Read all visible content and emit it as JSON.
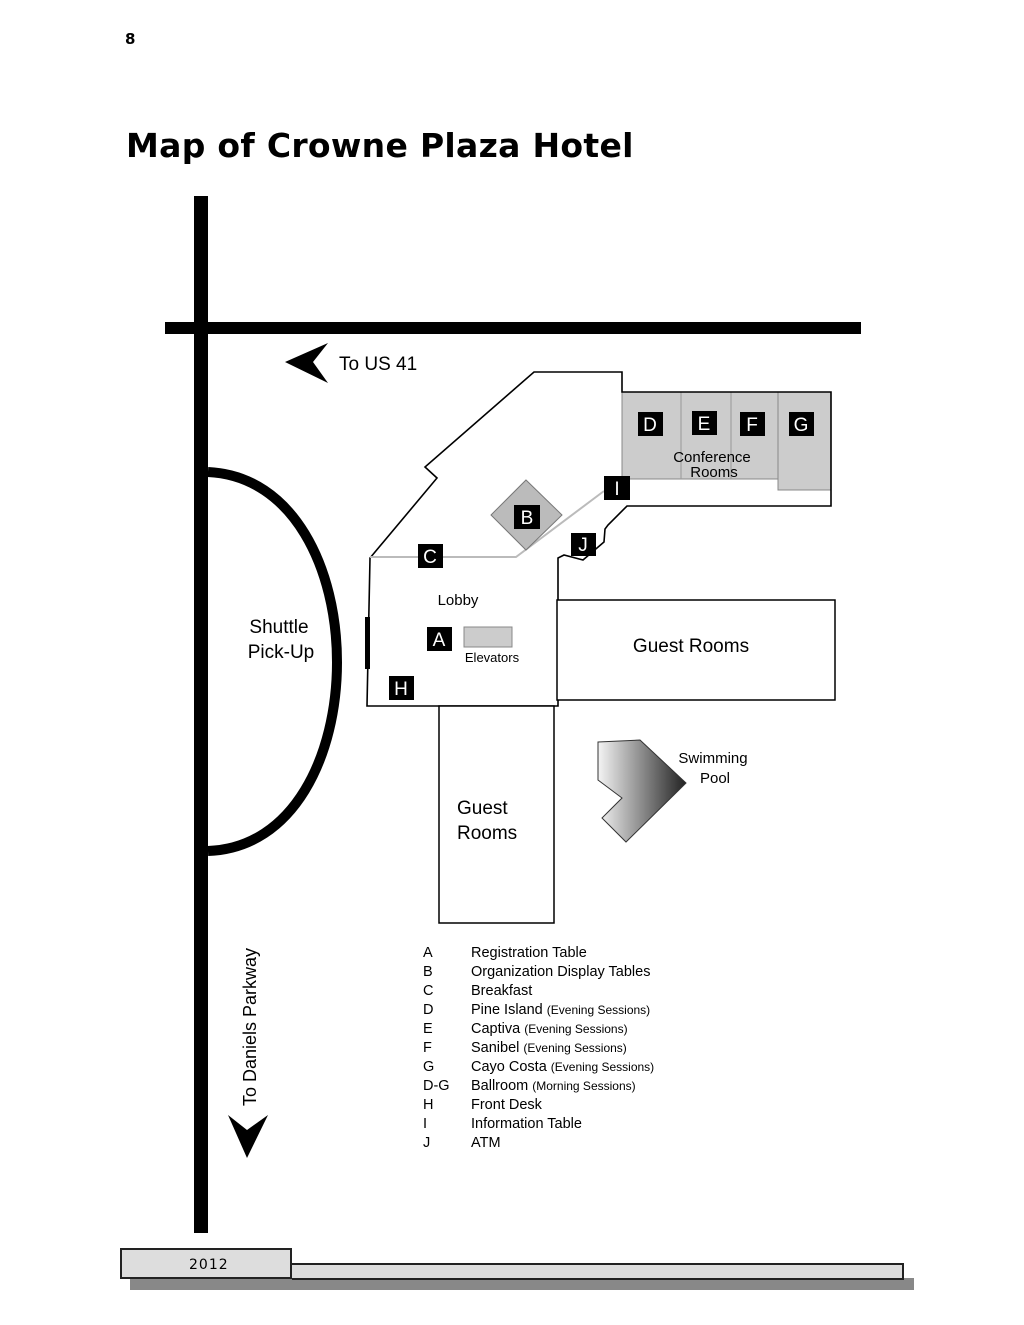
{
  "page_number": "8",
  "title": "Map of Crowne Plaza Hotel",
  "map": {
    "road_labels": {
      "north": "To US 41",
      "south": "To Daniels Parkway"
    },
    "areas": {
      "shuttle": [
        "Shuttle",
        "Pick-Up"
      ],
      "lobby": "Lobby",
      "elevators": "Elevators",
      "conference": [
        "Conference",
        "Rooms"
      ],
      "guest_rooms_east": "Guest Rooms",
      "guest_rooms_south": [
        "Guest",
        "Rooms"
      ],
      "pool": [
        "Swimming",
        "Pool"
      ]
    },
    "markers": [
      "A",
      "B",
      "C",
      "D",
      "E",
      "F",
      "G",
      "H",
      "I",
      "J"
    ]
  },
  "legend": [
    {
      "key": "A",
      "label": "Registration Table",
      "note": ""
    },
    {
      "key": "B",
      "label": "Organization Display Tables",
      "note": ""
    },
    {
      "key": "C",
      "label": "Breakfast",
      "note": ""
    },
    {
      "key": "D",
      "label": "Pine Island",
      "note": "(Evening Sessions)"
    },
    {
      "key": "E",
      "label": "Captiva",
      "note": "(Evening Sessions)"
    },
    {
      "key": "F",
      "label": "Sanibel",
      "note": "(Evening Sessions)"
    },
    {
      "key": "G",
      "label": "Cayo Costa",
      "note": "(Evening Sessions)"
    },
    {
      "key": "D-G",
      "label": "Ballroom",
      "note": "(Morning Sessions)"
    },
    {
      "key": "H",
      "label": "Front Desk",
      "note": ""
    },
    {
      "key": "I",
      "label": "Information Table",
      "note": ""
    },
    {
      "key": "J",
      "label": "ATM",
      "note": ""
    }
  ],
  "footer": {
    "year": "2012"
  }
}
